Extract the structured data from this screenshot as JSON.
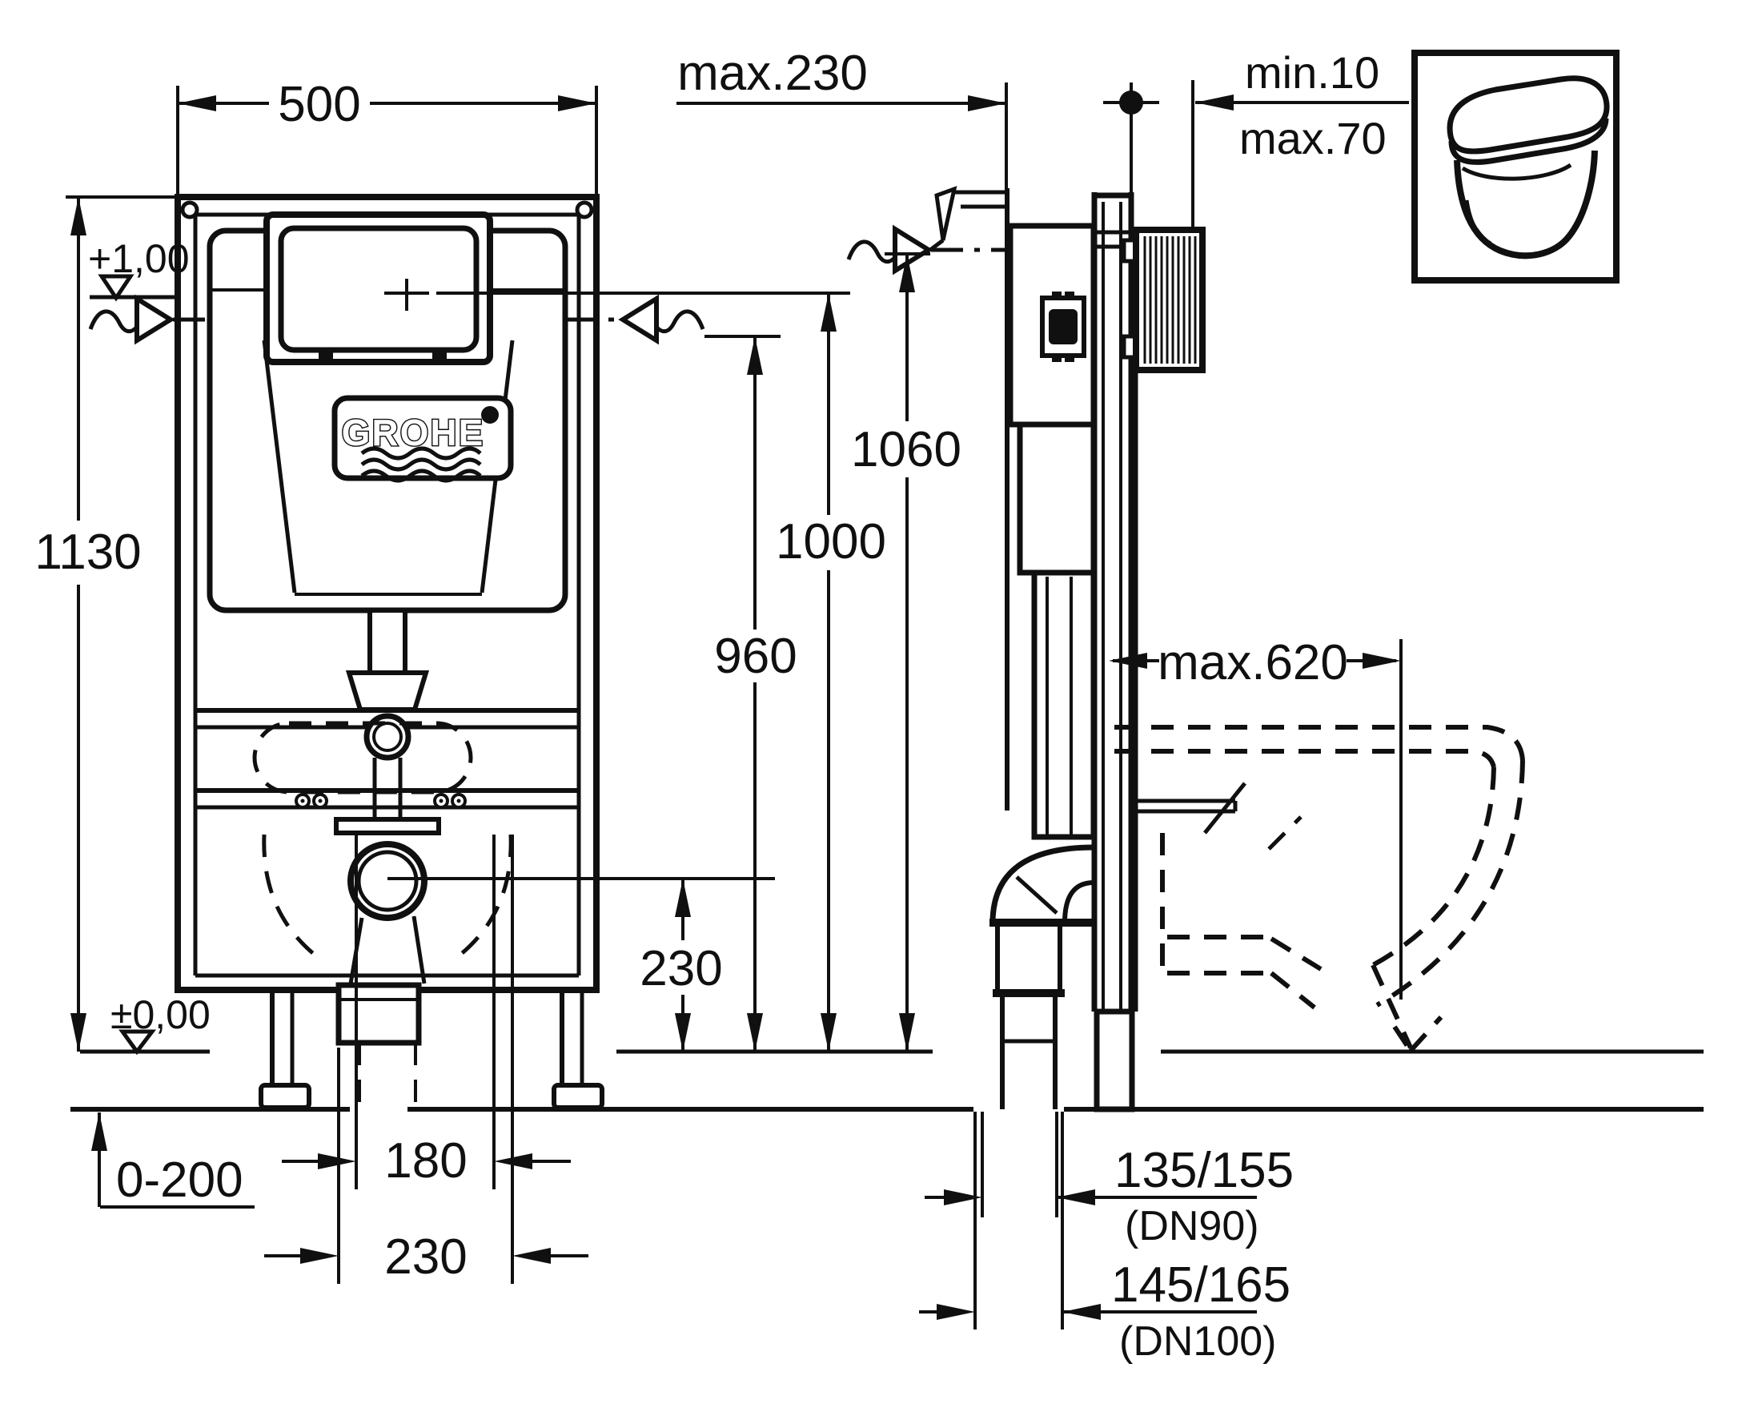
{
  "drawing": {
    "brand": "GROHE",
    "front": {
      "width": "500",
      "height": "1130",
      "level_top": "+1,00",
      "level_floor": "±0,00",
      "foot_adjust_range": "0-200",
      "bolt_spacing": "180",
      "outlet_offset": "230",
      "outlet_height": "230",
      "height_960": "960",
      "height_1000": "1000",
      "height_1060": "1060"
    },
    "side": {
      "depth_max": "max.230",
      "wall_thickness_min": "min.10",
      "wall_thickness_max": "max.70",
      "projection_max": "max.620",
      "drain_dn90": "135/155",
      "drain_dn90_label": "(DN90)",
      "drain_dn100": "145/165",
      "drain_dn100_label": "(DN100)"
    }
  }
}
